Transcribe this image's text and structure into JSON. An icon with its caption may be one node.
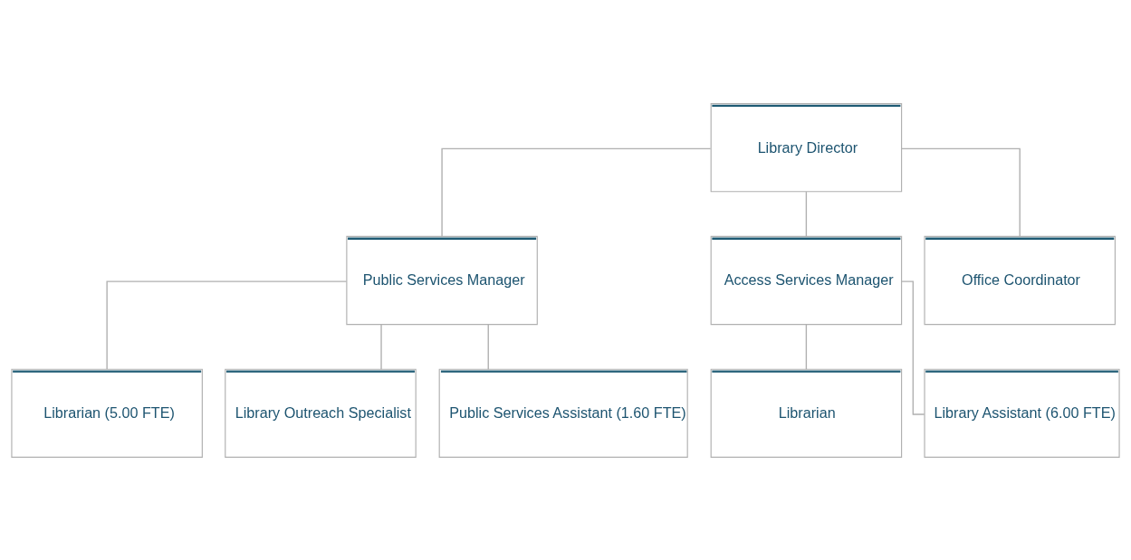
{
  "diagram": {
    "nodes": [
      {
        "text": [
          "Library Director"
        ]
      },
      {
        "text": [
          "Public Services Manager"
        ]
      },
      {
        "text": [
          "Access Services Manager"
        ]
      },
      {
        "text": [
          "Office Coordinator"
        ]
      },
      {
        "text": [
          "Librarian (5.00 FTE)"
        ]
      },
      {
        "text": [
          "Library Outreach Specialist"
        ]
      },
      {
        "text": [
          "Public Services Assistant (1.60 FTE)"
        ]
      },
      {
        "text": [
          "Librarian"
        ]
      },
      {
        "text": [
          "Library Assistant (6.00 FTE)"
        ]
      }
    ],
    "edges": [
      {
        "from": 0,
        "to": 1,
        "arrow": "none"
      },
      {
        "from": 0,
        "to": 2,
        "arrow": "none"
      },
      {
        "from": 0,
        "to": 3,
        "arrow": "none"
      },
      {
        "from": 1,
        "to": 4,
        "arrow": "none"
      },
      {
        "from": 1,
        "to": 5,
        "arrow": "none"
      },
      {
        "from": 1,
        "to": 6,
        "arrow": "none"
      },
      {
        "from": 2,
        "to": 7,
        "arrow": "none"
      },
      {
        "from": 2,
        "to": 8,
        "arrow": "none"
      }
    ]
  }
}
